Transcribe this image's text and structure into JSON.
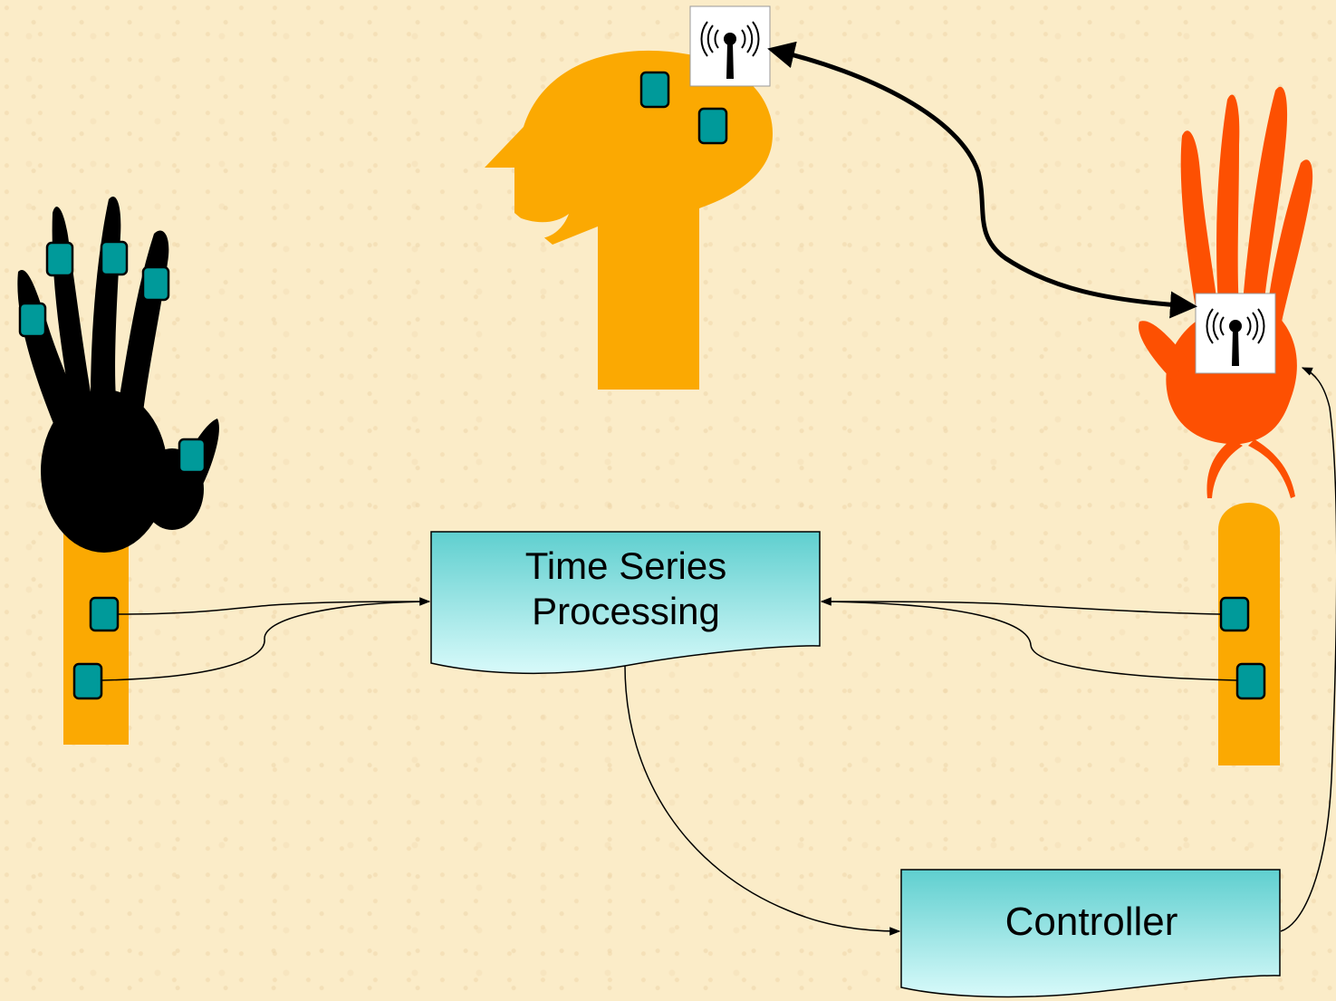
{
  "boxes": {
    "time_series": {
      "line1": "Time Series",
      "line2": "Processing"
    },
    "controller": {
      "label": "Controller"
    }
  },
  "colors": {
    "background": "#fbecc8",
    "head_and_arms": "#fba902",
    "black_hand": "#000000",
    "robot_hand": "#fd5002",
    "sensor": "#009a9a",
    "box_gradient_top": "#5fcfcf",
    "box_gradient_bottom": "#d8fafa"
  },
  "icons": {
    "head_wireless": "wireless-antenna-icon",
    "hand_wireless": "wireless-antenna-icon"
  }
}
